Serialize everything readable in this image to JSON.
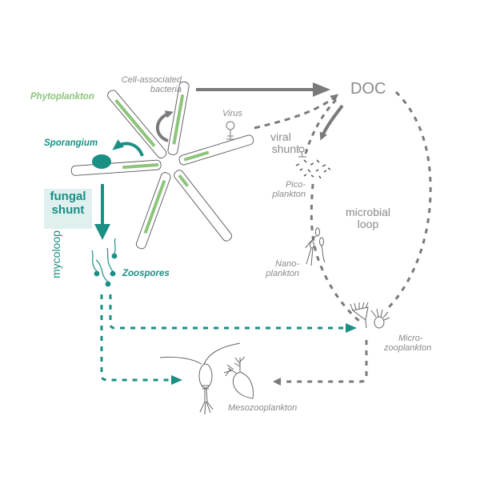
{
  "title": "Fungal shunt, mycoloop, viral shunt and microbial loop diagram",
  "labels": {
    "phytoplankton": "Phytoplankton",
    "cell_associated_bacteria_line1": "Cell-associated",
    "cell_associated_bacteria_line2": "bacteria",
    "virus": "Virus",
    "sporangium": "Sporangium",
    "doc": "DOC",
    "viral_shunt_line1": "viral",
    "viral_shunt_line2": "shunt",
    "picoplankton_line1": "Pico-",
    "picoplankton_line2": "plankton",
    "microbial_loop_line1": "microbial",
    "microbial_loop_line2": "loop",
    "nanoplankton_line1": "Nano-",
    "nanoplankton_line2": "plankton",
    "fungal_shunt_line1": "fungal",
    "fungal_shunt_line2": "shunt",
    "mycoloop": "mycoloop",
    "zoospores": "Zoospores",
    "microzooplankton_line1": "Micro-",
    "microzooplankton_line2": "zooplankton",
    "mesozooplankton": "Mesozooplankton"
  },
  "colors": {
    "teal": "#1a8f84",
    "gray": "#7a7a7a",
    "phyto_green": "#8cc47a",
    "fungal_box": "#dff0ef"
  }
}
